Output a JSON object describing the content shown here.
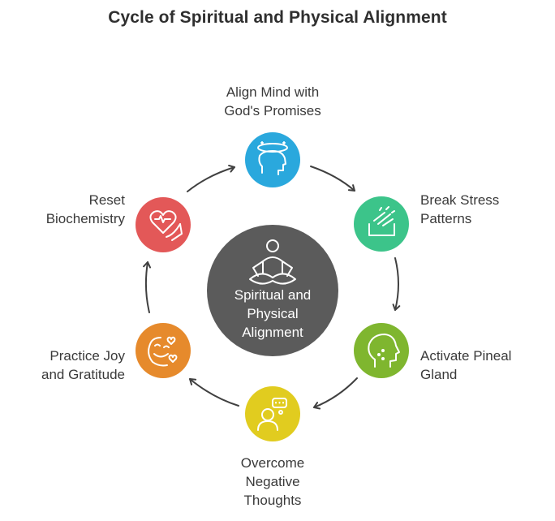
{
  "title": "Cycle of Spiritual and Physical Alignment",
  "center": {
    "label_lines": [
      "Spiritual and",
      "Physical",
      "Alignment"
    ],
    "icon": "meditation-icon",
    "color": "#5b5b5b"
  },
  "steps": [
    {
      "label_lines": [
        "Align Mind with",
        "God's Promises"
      ],
      "icon": "mind-head-icon",
      "color": "#2aa8dd"
    },
    {
      "label_lines": [
        "Break Stress",
        "Patterns"
      ],
      "icon": "breaking-box-icon",
      "color": "#3cc48a"
    },
    {
      "label_lines": [
        "Activate Pineal",
        "Gland"
      ],
      "icon": "head-profile-icon",
      "color": "#7fb62f"
    },
    {
      "label_lines": [
        "Overcome",
        "Negative",
        "Thoughts"
      ],
      "icon": "person-thought-icon",
      "color": "#e1cc1f"
    },
    {
      "label_lines": [
        "Practice Joy",
        "and Gratitude"
      ],
      "icon": "smile-hearts-icon",
      "color": "#e68a2c"
    },
    {
      "label_lines": [
        "Reset",
        "Biochemistry"
      ],
      "icon": "heart-hand-icon",
      "color": "#e35858"
    }
  ]
}
